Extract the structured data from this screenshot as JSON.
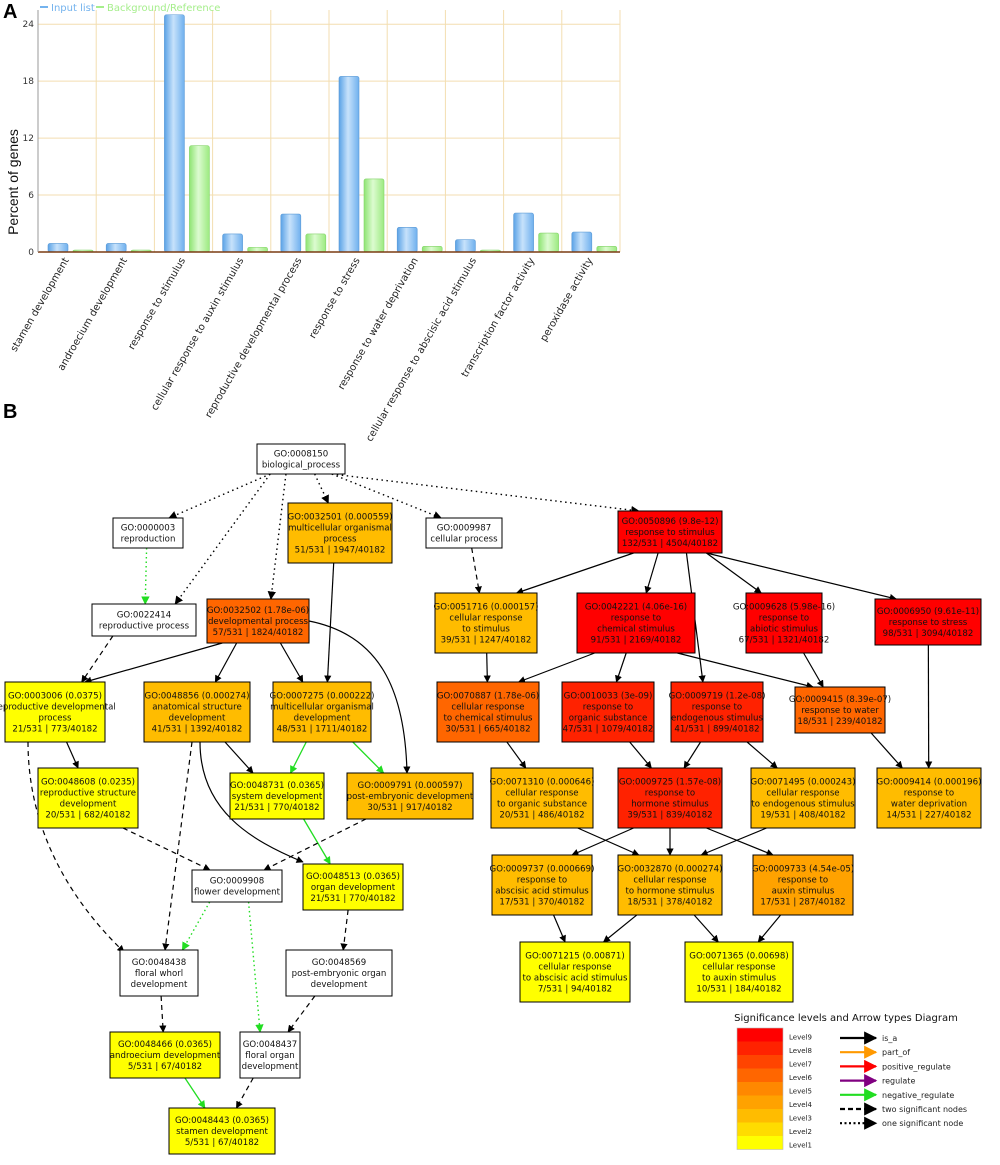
{
  "panels": {
    "a": "A",
    "b": "B"
  },
  "chart_data": {
    "type": "bar",
    "categories": [
      "stamen development",
      "androecium development",
      "response to stimulus",
      "cellular response to auxin stimulus",
      "reproductive developmental process",
      "response to stress",
      "response to water deprivation",
      "cellular response to abscisic acid stimulus",
      "transcription factor activity",
      "peroxidase activity"
    ],
    "series": [
      {
        "name": "Input list",
        "color": "#74b3ee",
        "values": [
          0.9,
          0.9,
          25.0,
          1.9,
          4.0,
          18.5,
          2.6,
          1.3,
          4.1,
          2.1
        ]
      },
      {
        "name": "Background/Reference",
        "color": "#a6ee8c",
        "values": [
          0.2,
          0.2,
          11.2,
          0.5,
          1.9,
          7.7,
          0.6,
          0.2,
          2.0,
          0.6
        ]
      }
    ],
    "ylabel": "Percent of genes",
    "xlabel": "",
    "yticks": [
      "0",
      "6",
      "12",
      "18",
      "24"
    ],
    "ylim": [
      0,
      25.5
    ],
    "grid": true,
    "legend": "top-left"
  },
  "graph": {
    "nodes": [
      {
        "id": "GO:0008150",
        "lines": [
          "GO:0008150",
          "biological_process"
        ],
        "level": 0
      },
      {
        "id": "GO:0000003",
        "lines": [
          "GO:0000003",
          "reproduction"
        ],
        "level": 0
      },
      {
        "id": "GO:0032501",
        "lines": [
          "GO:0032501 (0.000559)",
          "multicellular organismal",
          "process",
          "51/531 | 1947/40182"
        ],
        "level": 3
      },
      {
        "id": "GO:0009987",
        "lines": [
          "GO:0009987",
          "cellular process"
        ],
        "level": 0
      },
      {
        "id": "GO:0050896",
        "lines": [
          "GO:0050896 (9.8e-12)",
          "response to stimulus",
          "132/531 | 4504/40182"
        ],
        "level": 9
      },
      {
        "id": "GO:0022414",
        "lines": [
          "GO:0022414",
          "reproductive process"
        ],
        "level": 0
      },
      {
        "id": "GO:0032502",
        "lines": [
          "GO:0032502 (1.78e-06)",
          "developmental process",
          "57/531 | 1824/40182"
        ],
        "level": 6
      },
      {
        "id": "GO:0051716",
        "lines": [
          "GO:0051716 (0.000157)",
          "cellular response",
          "to stimulus",
          "39/531 | 1247/40182"
        ],
        "level": 3
      },
      {
        "id": "GO:0042221",
        "lines": [
          "GO:0042221 (4.06e-16)",
          "response to",
          "chemical stimulus",
          "91/531 | 2169/40182"
        ],
        "level": 9
      },
      {
        "id": "GO:0009628",
        "lines": [
          "GO:0009628 (5.98e-16)",
          "response to",
          "abiotic stimulus",
          "67/531 | 1321/40182"
        ],
        "level": 9
      },
      {
        "id": "GO:0006950",
        "lines": [
          "GO:0006950 (9.61e-11)",
          "response to stress",
          "98/531 | 3094/40182"
        ],
        "level": 9
      },
      {
        "id": "GO:0003006",
        "lines": [
          "GO:0003006 (0.0375)",
          "reproductive developmental",
          "process",
          "21/531 | 773/40182"
        ],
        "level": 1
      },
      {
        "id": "GO:0048856",
        "lines": [
          "GO:0048856 (0.000274)",
          "anatomical structure",
          "development",
          "41/531 | 1392/40182"
        ],
        "level": 3
      },
      {
        "id": "GO:0007275",
        "lines": [
          "GO:0007275 (0.000222)",
          "multicellular organismal",
          "development",
          "48/531 | 1711/40182"
        ],
        "level": 3
      },
      {
        "id": "GO:0070887",
        "lines": [
          "GO:0070887 (1.78e-06)",
          "cellular response",
          "to chemical stimulus",
          "30/531 | 665/40182"
        ],
        "level": 6
      },
      {
        "id": "GO:0010033",
        "lines": [
          "GO:0010033 (3e-09)",
          "response to",
          "organic substance",
          "47/531 | 1079/40182"
        ],
        "level": 8
      },
      {
        "id": "GO:0009719",
        "lines": [
          "GO:0009719 (1.2e-08)",
          "response to",
          "endogenous stimulus",
          "41/531 | 899/40182"
        ],
        "level": 8
      },
      {
        "id": "GO:0009415",
        "lines": [
          "GO:0009415 (8.39e-07)",
          "response to water",
          "18/531 | 239/40182"
        ],
        "level": 6
      },
      {
        "id": "GO:0048608",
        "lines": [
          "GO:0048608 (0.0235)",
          "reproductive structure",
          "development",
          "20/531 | 682/40182"
        ],
        "level": 1
      },
      {
        "id": "GO:0048731",
        "lines": [
          "GO:0048731 (0.0365)",
          "system development",
          "21/531 | 770/40182"
        ],
        "level": 1
      },
      {
        "id": "GO:0009791",
        "lines": [
          "GO:0009791 (0.000597)",
          "post-embryonic development",
          "30/531 | 917/40182"
        ],
        "level": 3
      },
      {
        "id": "GO:0071310",
        "lines": [
          "GO:0071310 (0.000646)",
          "cellular response",
          "to organic substance",
          "20/531 | 486/40182"
        ],
        "level": 3
      },
      {
        "id": "GO:0009725",
        "lines": [
          "GO:0009725 (1.57e-08)",
          "response to",
          "hormone stimulus",
          "39/531 | 839/40182"
        ],
        "level": 8
      },
      {
        "id": "GO:0071495",
        "lines": [
          "GO:0071495 (0.000243)",
          "cellular response",
          "to endogenous stimulus",
          "19/531 | 408/40182"
        ],
        "level": 3
      },
      {
        "id": "GO:0009414",
        "lines": [
          "GO:0009414 (0.000196)",
          "response to",
          "water deprivation",
          "14/531 | 227/40182"
        ],
        "level": 3
      },
      {
        "id": "GO:0009908",
        "lines": [
          "GO:0009908",
          "flower development"
        ],
        "level": 0
      },
      {
        "id": "GO:0048513",
        "lines": [
          "GO:0048513 (0.0365)",
          "organ development",
          "21/531 | 770/40182"
        ],
        "level": 1
      },
      {
        "id": "GO:0009737",
        "lines": [
          "GO:0009737 (0.000669)",
          "response to",
          "abscisic acid stimulus",
          "17/531 | 370/40182"
        ],
        "level": 3
      },
      {
        "id": "GO:0032870",
        "lines": [
          "GO:0032870 (0.000274)",
          "cellular response",
          "to hormone stimulus",
          "18/531 | 378/40182"
        ],
        "level": 3
      },
      {
        "id": "GO:0009733",
        "lines": [
          "GO:0009733 (4.54e-05)",
          "response to",
          "auxin stimulus",
          "17/531 | 287/40182"
        ],
        "level": 4
      },
      {
        "id": "GO:0048438",
        "lines": [
          "GO:0048438",
          "floral whorl",
          "development"
        ],
        "level": 0
      },
      {
        "id": "GO:0048569",
        "lines": [
          "GO:0048569",
          "post-embryonic organ",
          "development"
        ],
        "level": 0
      },
      {
        "id": "GO:0071215",
        "lines": [
          "GO:0071215 (0.00871)",
          "cellular response",
          "to abscisic acid stimulus",
          "7/531 | 94/40182"
        ],
        "level": 1
      },
      {
        "id": "GO:0071365",
        "lines": [
          "GO:0071365 (0.00698)",
          "cellular response",
          "to auxin stimulus",
          "10/531 | 184/40182"
        ],
        "level": 1
      },
      {
        "id": "GO:0048466",
        "lines": [
          "GO:0048466 (0.0365)",
          "androecium development",
          "5/531 | 67/40182"
        ],
        "level": 1
      },
      {
        "id": "GO:0048437",
        "lines": [
          "GO:0048437",
          "floral organ",
          "development"
        ],
        "level": 0
      },
      {
        "id": "GO:0048443",
        "lines": [
          "GO:0048443 (0.0365)",
          "stamen development",
          "5/531 | 67/40182"
        ],
        "level": 1
      }
    ],
    "edges": [
      [
        "GO:0008150",
        "GO:0000003",
        "one"
      ],
      [
        "GO:0008150",
        "GO:0022414",
        "one"
      ],
      [
        "GO:0008150",
        "GO:0032502",
        "one"
      ],
      [
        "GO:0008150",
        "GO:0032501",
        "one"
      ],
      [
        "GO:0008150",
        "GO:0009987",
        "one"
      ],
      [
        "GO:0008150",
        "GO:0050896",
        "one"
      ],
      [
        "GO:0000003",
        "GO:0022414",
        "neg_dotted"
      ],
      [
        "GO:0009987",
        "GO:0051716",
        "two"
      ],
      [
        "GO:0022414",
        "GO:0003006",
        "two"
      ],
      [
        "GO:0032502",
        "GO:0003006",
        "is_a"
      ],
      [
        "GO:0032502",
        "GO:0048856",
        "is_a"
      ],
      [
        "GO:0032502",
        "GO:0007275",
        "is_a"
      ],
      [
        "GO:0032502",
        "GO:0009791",
        "is_a"
      ],
      [
        "GO:0032501",
        "GO:0007275",
        "is_a"
      ],
      [
        "GO:0050896",
        "GO:0051716",
        "is_a"
      ],
      [
        "GO:0050896",
        "GO:0042221",
        "is_a"
      ],
      [
        "GO:0050896",
        "GO:0009628",
        "is_a"
      ],
      [
        "GO:0050896",
        "GO:0006950",
        "is_a"
      ],
      [
        "GO:0050896",
        "GO:0009719",
        "is_a"
      ],
      [
        "GO:0051716",
        "GO:0070887",
        "is_a"
      ],
      [
        "GO:0042221",
        "GO:0070887",
        "is_a"
      ],
      [
        "GO:0042221",
        "GO:0010033",
        "is_a"
      ],
      [
        "GO:0042221",
        "GO:0009415",
        "is_a"
      ],
      [
        "GO:0009628",
        "GO:0009415",
        "is_a"
      ],
      [
        "GO:0006950",
        "GO:0009414",
        "is_a"
      ],
      [
        "GO:0009415",
        "GO:0009414",
        "is_a"
      ],
      [
        "GO:0003006",
        "GO:0048608",
        "is_a"
      ],
      [
        "GO:0048856",
        "GO:0048731",
        "is_a"
      ],
      [
        "GO:0007275",
        "GO:0048731",
        "neg"
      ],
      [
        "GO:0007275",
        "GO:0009791",
        "neg"
      ],
      [
        "GO:0048731",
        "GO:0048513",
        "neg"
      ],
      [
        "GO:0048856",
        "GO:0048513",
        "is_a"
      ],
      [
        "GO:0048856",
        "GO:0048438",
        "two"
      ],
      [
        "GO:0003006",
        "GO:0048438",
        "two"
      ],
      [
        "GO:0048608",
        "GO:0009908",
        "two"
      ],
      [
        "GO:0009791",
        "GO:0009908",
        "two"
      ],
      [
        "GO:0009908",
        "GO:0048438",
        "neg_dotted"
      ],
      [
        "GO:0009908",
        "GO:0048437",
        "neg_dotted"
      ],
      [
        "GO:0048513",
        "GO:0048569",
        "two"
      ],
      [
        "GO:0048569",
        "GO:0048437",
        "two"
      ],
      [
        "GO:0048438",
        "GO:0048466",
        "two"
      ],
      [
        "GO:0048437",
        "GO:0048443",
        "two"
      ],
      [
        "GO:0048466",
        "GO:0048443",
        "neg"
      ],
      [
        "GO:0070887",
        "GO:0071310",
        "is_a"
      ],
      [
        "GO:0010033",
        "GO:0009725",
        "is_a"
      ],
      [
        "GO:0009719",
        "GO:0009725",
        "is_a"
      ],
      [
        "GO:0009719",
        "GO:0071495",
        "is_a"
      ],
      [
        "GO:0071310",
        "GO:0032870",
        "is_a"
      ],
      [
        "GO:0009725",
        "GO:0009737",
        "is_a"
      ],
      [
        "GO:0009725",
        "GO:0032870",
        "is_a"
      ],
      [
        "GO:0009725",
        "GO:0009733",
        "is_a"
      ],
      [
        "GO:0071495",
        "GO:0032870",
        "is_a"
      ],
      [
        "GO:0009737",
        "GO:0071215",
        "is_a"
      ],
      [
        "GO:0032870",
        "GO:0071215",
        "is_a"
      ],
      [
        "GO:0032870",
        "GO:0071365",
        "is_a"
      ],
      [
        "GO:0009733",
        "GO:0071365",
        "is_a"
      ]
    ]
  },
  "key": {
    "title": "Significance levels and Arrow types Diagram",
    "levels": [
      "Level9",
      "Level8",
      "Level7",
      "Level6",
      "Level5",
      "Level4",
      "Level3",
      "Level2",
      "Level1"
    ],
    "level_colors": [
      "#ff0000",
      "#ff2200",
      "#ff4400",
      "#ff6600",
      "#ff8800",
      "#ffa200",
      "#ffbc00",
      "#ffdc00",
      "#ffff00"
    ],
    "unranked_color": "#ffffff",
    "arrows": [
      {
        "label": "is_a",
        "color": "#000000",
        "style": "solid"
      },
      {
        "label": "part_of",
        "color": "#ff9900",
        "style": "solid"
      },
      {
        "label": "positive_regulate",
        "color": "#ff0000",
        "style": "solid"
      },
      {
        "label": "regulate",
        "color": "#800080",
        "style": "solid"
      },
      {
        "label": "negative_regulate",
        "color": "#22dd22",
        "style": "solid"
      },
      {
        "label": "two significant nodes",
        "color": "#000000",
        "style": "dashed"
      },
      {
        "label": "one significant node",
        "color": "#000000",
        "style": "dotted"
      }
    ]
  }
}
